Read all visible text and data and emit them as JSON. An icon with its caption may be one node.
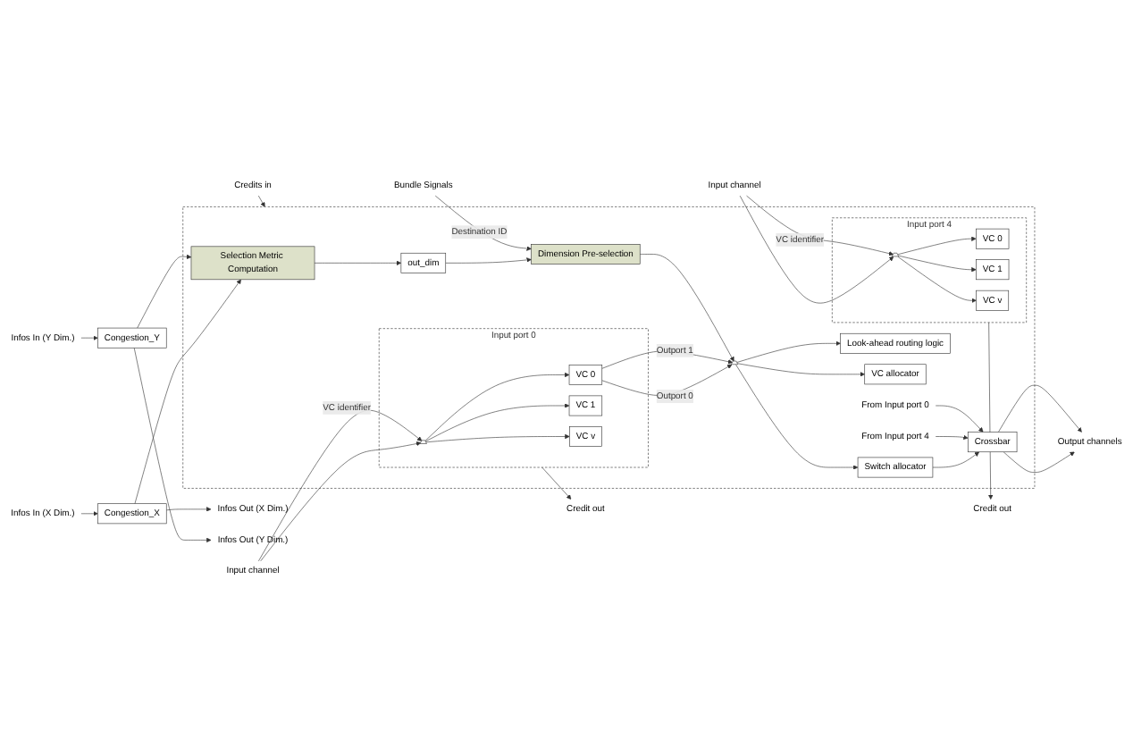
{
  "diagram": {
    "nodes": [
      {
        "text": [],
        "shape": "box"
      },
      {
        "text": [
          "Input port 4"
        ],
        "in": 0
      },
      {
        "text": [],
        "shape": "trapezoid",
        "in": 1
      },
      {
        "text": [
          "VC 0"
        ],
        "in": 1
      },
      {
        "text": [
          "VC 1"
        ],
        "in": 1
      },
      {
        "text": [
          "VC v"
        ],
        "in": 1
      },
      {
        "text": [
          "Input port 0"
        ],
        "in": 0
      },
      {
        "text": [],
        "shape": "trapezoid",
        "in": 6
      },
      {
        "text": [
          "VC 0"
        ],
        "in": 6
      },
      {
        "text": [
          "VC 1"
        ],
        "in": 6
      },
      {
        "text": [
          "VC v"
        ],
        "in": 6
      },
      {
        "text": [
          "Look-ahead routing logic"
        ],
        "in": 0
      },
      {
        "text": [
          "VC allocator"
        ],
        "in": 0
      },
      {
        "text": [
          "Switch allocator"
        ],
        "in": 0
      },
      {
        "text": [
          "Crossbar"
        ],
        "in": 0
      },
      {
        "text": [],
        "shape": "trapezoid",
        "in": 0
      },
      {
        "text": [
          "Dimension Pre-selection"
        ],
        "in": 0
      },
      {
        "text": [
          "out_dim"
        ],
        "in": 0
      },
      {
        "text": [
          "Selection Metric Computation"
        ],
        "in": 0
      },
      {
        "text": [
          "Congestion_X"
        ]
      },
      {
        "text": [
          "Congestion_Y"
        ]
      },
      {
        "text": [
          "Input channel"
        ]
      },
      {
        "text": [
          "Credit out"
        ]
      },
      {
        "text": [
          "Input channel"
        ]
      },
      {
        "text": [
          "Credit out"
        ]
      },
      {
        "text": [
          "From Input port 4"
        ],
        "in": 0
      },
      {
        "text": [
          "From Input port 0"
        ],
        "in": 0
      },
      {
        "text": [
          "Output channels"
        ]
      },
      {
        "text": [
          "Credits in"
        ]
      },
      {
        "text": [
          "Bundle Signals"
        ]
      },
      {
        "text": [
          "Infos Out (X Dim.)"
        ]
      },
      {
        "text": [
          "Infos In (X Dim.)"
        ]
      },
      {
        "text": [
          "Infos Out (Y Dim.)"
        ]
      },
      {
        "text": [
          "Infos In (Y Dim.)"
        ]
      }
    ],
    "edges": [
      {
        "from": 21,
        "to": 2,
        "arrow": "to"
      },
      {
        "from": 21,
        "to": 2,
        "arrow": "to",
        "label": "VC identifier"
      },
      {
        "from": 2,
        "to": 3,
        "arrow": "to"
      },
      {
        "from": 2,
        "to": 4,
        "arrow": "to"
      },
      {
        "from": 2,
        "to": 5,
        "arrow": "to"
      },
      {
        "from": 1,
        "to": 22,
        "arrow": "to"
      },
      {
        "from": 23,
        "to": 7,
        "arrow": "to"
      },
      {
        "from": 23,
        "to": 7,
        "arrow": "to",
        "label": "VC identifier"
      },
      {
        "from": 7,
        "to": 8,
        "arrow": "to"
      },
      {
        "from": 7,
        "to": 9,
        "arrow": "to"
      },
      {
        "from": 7,
        "to": 10,
        "arrow": "to"
      },
      {
        "from": 6,
        "to": 24,
        "arrow": "to"
      },
      {
        "from": 8,
        "to": 15,
        "arrow": "to",
        "label": "Outport 0"
      },
      {
        "from": 8,
        "to": 15,
        "arrow": "to",
        "label": "Outport 1"
      },
      {
        "from": 16,
        "to": 15,
        "arrow": "to"
      },
      {
        "from": 15,
        "to": 11,
        "arrow": "to"
      },
      {
        "from": 15,
        "to": 12,
        "arrow": "to"
      },
      {
        "from": 15,
        "to": 13,
        "arrow": "to"
      },
      {
        "from": 13,
        "to": 14,
        "arrow": "to"
      },
      {
        "from": 25,
        "to": 14,
        "arrow": "to"
      },
      {
        "from": 26,
        "to": 14,
        "arrow": "to"
      },
      {
        "from": 14,
        "to": 27,
        "arrow": "to"
      },
      {
        "from": 14,
        "to": 27,
        "arrow": "to"
      },
      {
        "from": 28,
        "to": 0,
        "arrow": "to"
      },
      {
        "from": 18,
        "to": 17,
        "arrow": "to"
      },
      {
        "from": 17,
        "to": 16,
        "arrow": "to"
      },
      {
        "from": 29,
        "to": 16,
        "arrow": "to",
        "label": "Destination ID"
      },
      {
        "from": 19,
        "to": 18,
        "arrow": "to"
      },
      {
        "from": 20,
        "to": 18,
        "arrow": "to"
      },
      {
        "from": 19,
        "to": 30,
        "arrow": "to"
      },
      {
        "from": 31,
        "to": 19,
        "arrow": "to"
      },
      {
        "from": 20,
        "to": 32,
        "arrow": "to"
      },
      {
        "from": 33,
        "to": 20,
        "arrow": "to"
      }
    ]
  }
}
